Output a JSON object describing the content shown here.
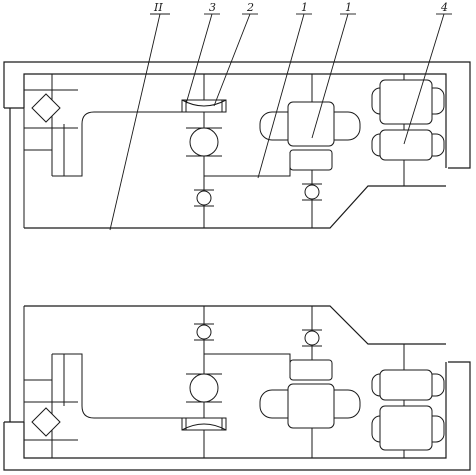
{
  "labels": {
    "ii": "II",
    "three": "3",
    "two": "2",
    "one": "1",
    "one_upper": "1",
    "four": "4"
  }
}
